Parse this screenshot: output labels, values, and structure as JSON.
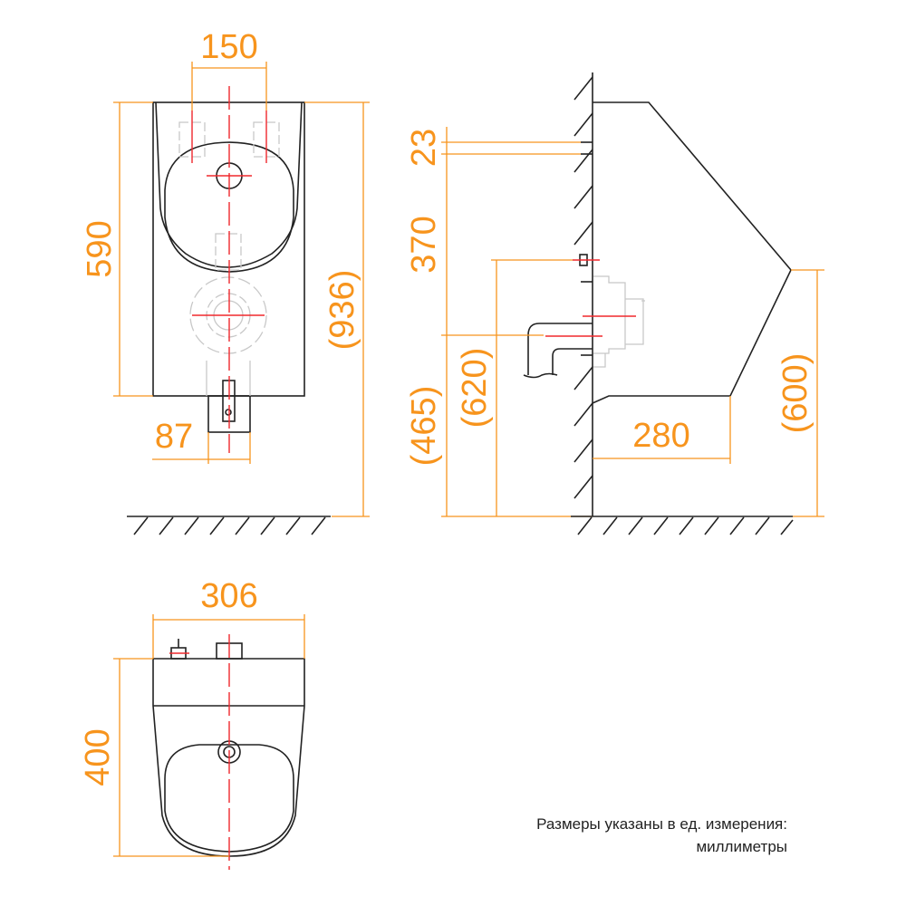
{
  "colors": {
    "dimension": "#f7941d",
    "axis": "#f0282d",
    "outline": "#222222"
  },
  "front_view": {
    "width_mounts": "150",
    "height_bowl": "590",
    "total_height": "(936)",
    "outlet_width": "87"
  },
  "side_view": {
    "top_offset": "23",
    "inlet_drop": "370",
    "outlet_height": "(465)",
    "inlet_height": "(620)",
    "depth": "280",
    "lip_height": "(600)"
  },
  "top_view": {
    "width": "306",
    "depth": "400"
  },
  "note": {
    "line1": "Размеры указаны в ед. измерения:",
    "line2": "миллиметры"
  }
}
